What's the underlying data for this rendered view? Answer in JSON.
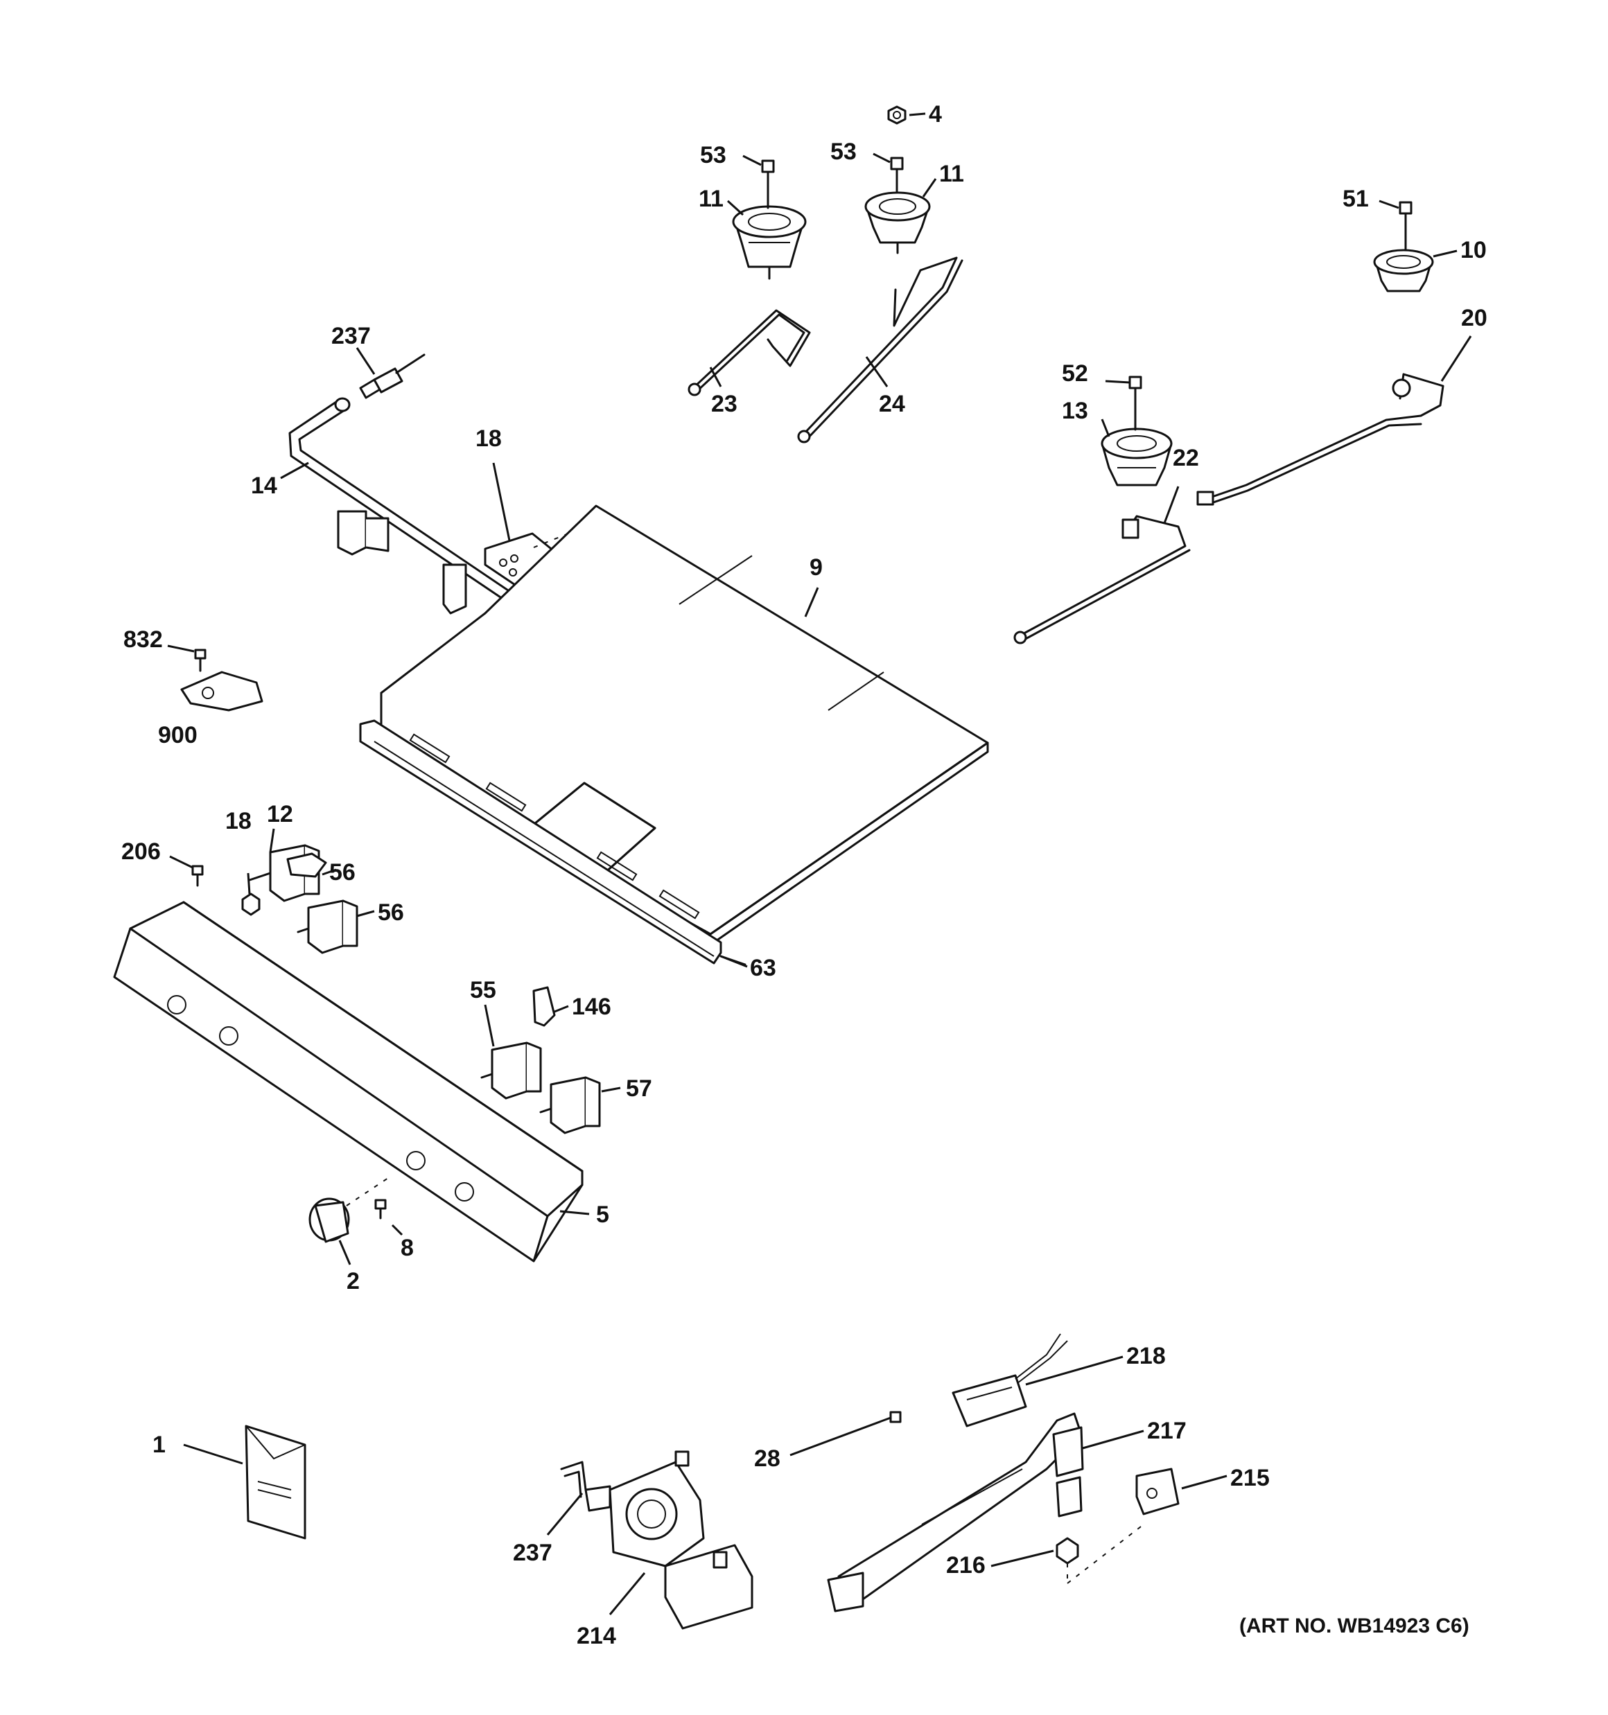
{
  "callouts": [
    {
      "id": "c4",
      "label": "4"
    },
    {
      "id": "c53a",
      "label": "53"
    },
    {
      "id": "c53b",
      "label": "53"
    },
    {
      "id": "c11a",
      "label": "11"
    },
    {
      "id": "c11b",
      "label": "11"
    },
    {
      "id": "c51",
      "label": "51"
    },
    {
      "id": "c10",
      "label": "10"
    },
    {
      "id": "c20",
      "label": "20"
    },
    {
      "id": "c237a",
      "label": "237"
    },
    {
      "id": "c23",
      "label": "23"
    },
    {
      "id": "c24",
      "label": "24"
    },
    {
      "id": "c52",
      "label": "52"
    },
    {
      "id": "c13",
      "label": "13"
    },
    {
      "id": "c18a",
      "label": "18"
    },
    {
      "id": "c14",
      "label": "14"
    },
    {
      "id": "c22",
      "label": "22"
    },
    {
      "id": "c9",
      "label": "9"
    },
    {
      "id": "c832",
      "label": "832"
    },
    {
      "id": "c900",
      "label": "900"
    },
    {
      "id": "c18b",
      "label": "18"
    },
    {
      "id": "c12",
      "label": "12"
    },
    {
      "id": "c206",
      "label": "206"
    },
    {
      "id": "c56a",
      "label": "56"
    },
    {
      "id": "c56b",
      "label": "56"
    },
    {
      "id": "c63",
      "label": "63"
    },
    {
      "id": "c55",
      "label": "55"
    },
    {
      "id": "c146",
      "label": "146"
    },
    {
      "id": "c57",
      "label": "57"
    },
    {
      "id": "c5",
      "label": "5"
    },
    {
      "id": "c8",
      "label": "8"
    },
    {
      "id": "c2",
      "label": "2"
    },
    {
      "id": "c218",
      "label": "218"
    },
    {
      "id": "c28",
      "label": "28"
    },
    {
      "id": "c217",
      "label": "217"
    },
    {
      "id": "c1",
      "label": "1"
    },
    {
      "id": "c215",
      "label": "215"
    },
    {
      "id": "c237b",
      "label": "237"
    },
    {
      "id": "c216",
      "label": "216"
    },
    {
      "id": "c214",
      "label": "214"
    }
  ],
  "art_number": "(ART NO. WB14923 C6)"
}
